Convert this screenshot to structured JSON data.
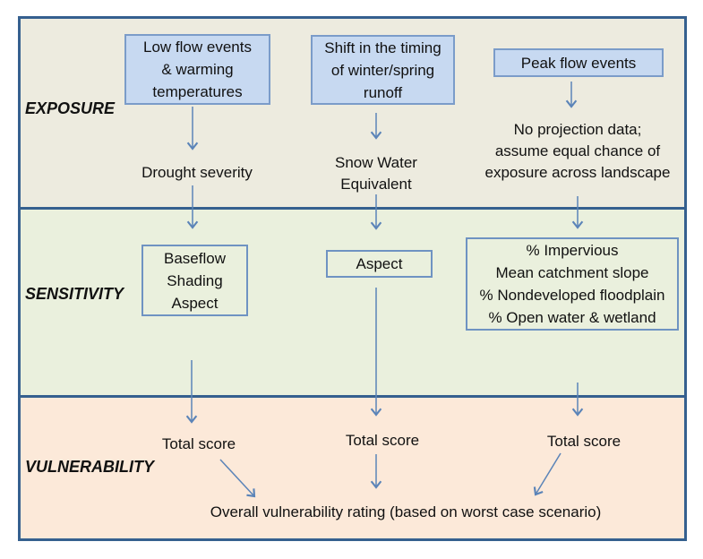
{
  "sections": [
    {
      "label": "EXPOSURE"
    },
    {
      "label": "SENSITIVITY"
    },
    {
      "label": "VULNERABILITY"
    }
  ],
  "columns": [
    {
      "exposure_driver": "Low flow events\n& warming\ntemperatures",
      "exposure_metric": "Drought severity",
      "sensitivity_factors": "Baseflow\nShading\nAspect",
      "score": "Total score"
    },
    {
      "exposure_driver": "Shift in the timing\nof winter/spring\nrunoff",
      "exposure_metric": "Snow Water\nEquivalent",
      "sensitivity_factors": "Aspect",
      "score": "Total score"
    },
    {
      "exposure_driver": "Peak flow events",
      "exposure_metric": "No projection data;\nassume equal chance of\nexposure across landscape",
      "sensitivity_factors": "% Impervious\nMean catchment slope\n% Nondeveloped floodplain\n% Open water & wetland",
      "score": "Total score"
    }
  ],
  "overall_rating": "Overall vulnerability rating (based on worst case scenario)",
  "colors": {
    "frame_border": "#35608f",
    "exposure_bg": "#edebdf",
    "sensitivity_bg": "#eaf0dd",
    "vulnerability_bg": "#fce9d9",
    "driver_box_fill": "#c7d9f1",
    "driver_box_border": "#7b9cc9",
    "factor_box_border": "#6f93c2",
    "arrow": "#5b84b8",
    "text": "#111111"
  }
}
